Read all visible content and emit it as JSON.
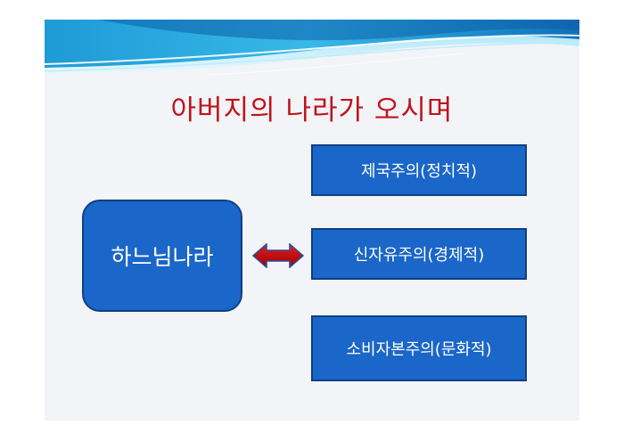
{
  "slide": {
    "title": "아버지의 나라가 오시며"
  },
  "diagram": {
    "main_label": "하느님나라",
    "connector": "double-headed-arrow",
    "related_items": [
      "제국주의(정치적)",
      "신자유주의(경제적)",
      "소비자본주의(문화적)"
    ]
  },
  "colors": {
    "title": "#c0141b",
    "box_fill": "#1a66c9",
    "box_border": "#0f3f86",
    "arrow": "#c00000",
    "banner": "#1a8fd0"
  }
}
